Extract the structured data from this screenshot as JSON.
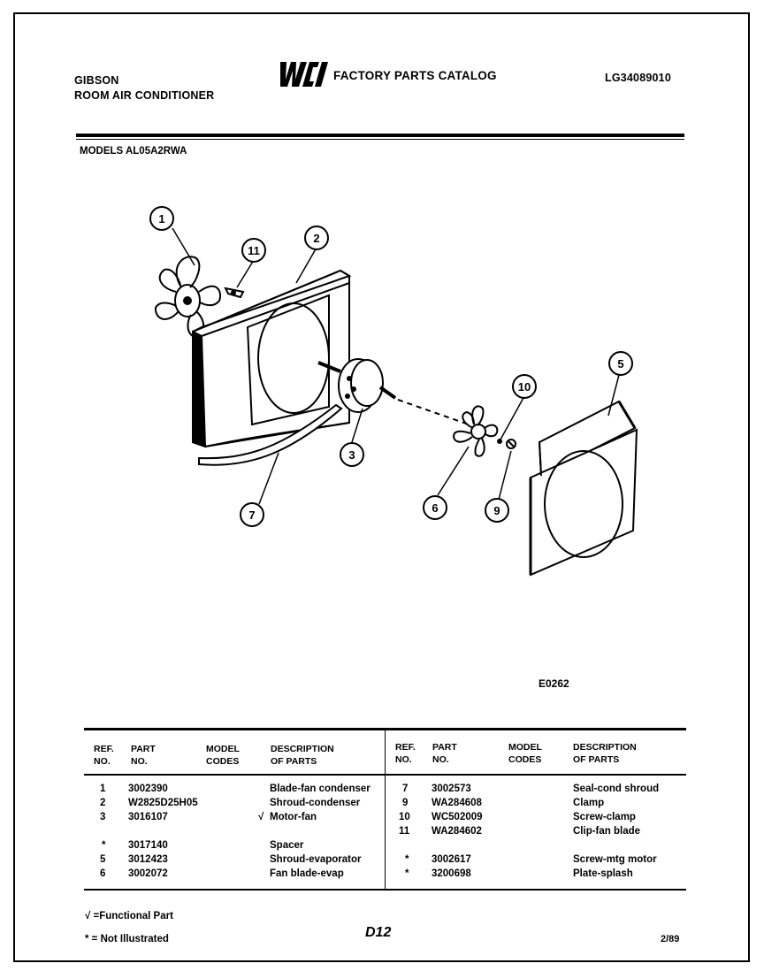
{
  "header": {
    "brand": "GIBSON",
    "product": "ROOM AIR CONDITIONER",
    "catalog_title": "FACTORY PARTS CATALOG",
    "catalog_number": "LG34089010",
    "logo_text": "WCI"
  },
  "models_line": "MODELS AL05A2RWA",
  "diagram": {
    "callouts": [
      "1",
      "2",
      "3",
      "5",
      "6",
      "7",
      "9",
      "10",
      "11"
    ],
    "diagram_code": "E0262"
  },
  "table": {
    "headers": {
      "ref": [
        "REF.",
        "NO."
      ],
      "part": [
        "PART",
        "NO."
      ],
      "model": [
        "MODEL",
        "CODES"
      ],
      "desc": [
        "DESCRIPTION",
        "OF PARTS"
      ]
    },
    "headers_right": {
      "ref": [
        "REF.",
        "NO."
      ],
      "part": [
        "PART",
        "NO."
      ],
      "model": [
        "MODEL",
        "CODES"
      ],
      "desc": [
        "DESCRIPTION",
        "OF PARTS"
      ]
    },
    "left_rows": [
      {
        "ref": "1",
        "part": "3002390",
        "mark": "",
        "desc": "Blade-fan condenser"
      },
      {
        "ref": "2",
        "part": "W2825D25H05",
        "mark": "",
        "desc": "Shroud-condenser"
      },
      {
        "ref": "3",
        "part": "3016107",
        "mark": "√",
        "desc": "Motor-fan"
      },
      {
        "ref": "*",
        "part": "3017140",
        "mark": "",
        "desc": "Spacer"
      },
      {
        "ref": "5",
        "part": "3012423",
        "mark": "",
        "desc": "Shroud-evaporator"
      },
      {
        "ref": "6",
        "part": "3002072",
        "mark": "",
        "desc": "Fan blade-evap"
      }
    ],
    "right_rows": [
      {
        "ref": "7",
        "part": "3002573",
        "desc": "Seal-cond shroud"
      },
      {
        "ref": "9",
        "part": "WA284608",
        "desc": "Clamp"
      },
      {
        "ref": "10",
        "part": "WC502009",
        "desc": "Screw-clamp"
      },
      {
        "ref": "11",
        "part": "WA284602",
        "desc": "Clip-fan blade"
      },
      {
        "ref": "*",
        "part": "3002617",
        "desc": "Screw-mtg motor"
      },
      {
        "ref": "*",
        "part": "3200698",
        "desc": "Plate-splash"
      }
    ]
  },
  "footer": {
    "functional_note": "√ =Functional Part",
    "not_illustrated_note": "* = Not Illustrated",
    "page_number": "D12",
    "date": "2/89"
  }
}
